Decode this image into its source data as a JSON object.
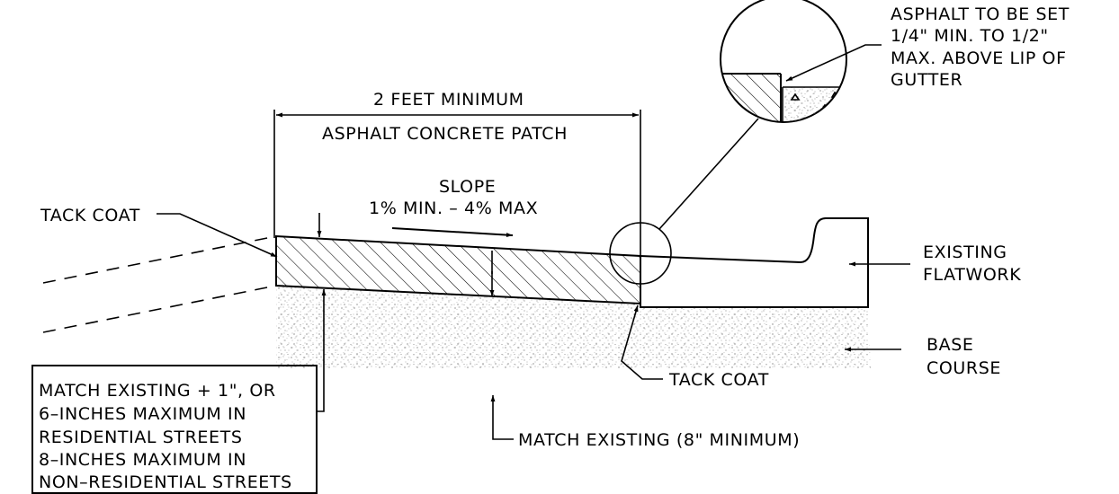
{
  "labels": {
    "inset_note": [
      "ASPHALT TO BE SET",
      "1/4\" MIN. TO 1/2\"",
      "MAX. ABOVE LIP OF",
      "GUTTER"
    ],
    "width_dim": "2 FEET MINIMUM",
    "patch": "ASPHALT CONCRETE PATCH",
    "slope": "SLOPE",
    "slope_range": "1% MIN. – 4% MAX",
    "tack_coat_left": "TACK COAT",
    "existing_flatwork": [
      "EXISTING",
      "FLATWORK"
    ],
    "base_course": [
      "BASE",
      "COURSE"
    ],
    "tack_coat_bottom": "TACK COAT",
    "depth_note": [
      "MATCH EXISTING + 1\", OR",
      "6–INCHES MAXIMUM IN",
      "RESIDENTIAL STREETS",
      "8–INCHES MAXIMUM IN",
      "NON–RESIDENTIAL STREETS"
    ],
    "base_match": "MATCH EXISTING (8\" MINIMUM)"
  }
}
